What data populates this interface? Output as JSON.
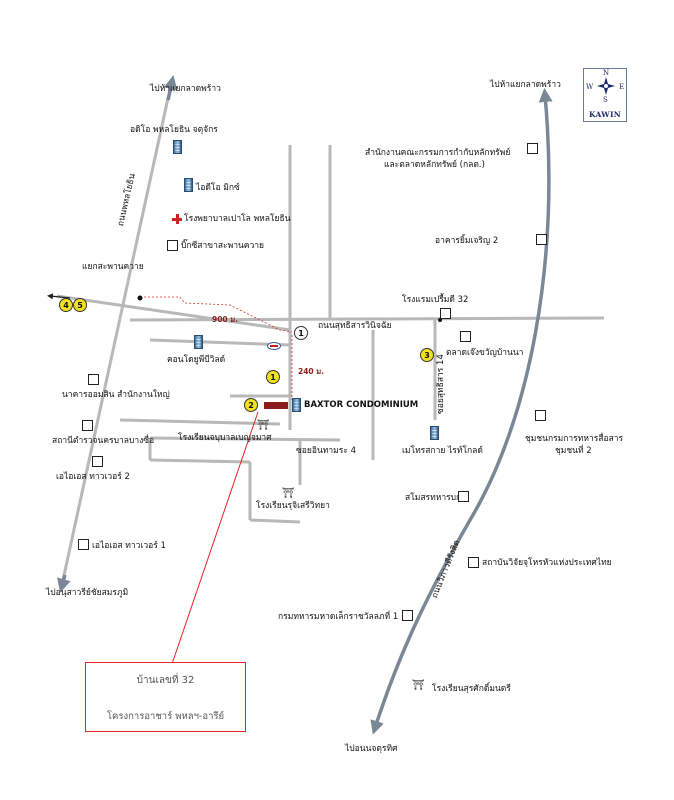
{
  "colors": {
    "road": "#b8b8b8",
    "arrow": "#7a8794",
    "marker": "#f2e21b",
    "site": "#8b1d1d",
    "callout_border": "#e0262a",
    "accent_red": "#c22222"
  },
  "compass": {
    "n": "N",
    "s": "S",
    "w": "W",
    "e": "E",
    "brand": "KAWIN"
  },
  "labels": {
    "to_ladprao_left": "ไปห้าแยกลาดพร้าว",
    "to_ladprao_right": "ไปห้าแยกลาดพร้าว",
    "to_victory": "ไปอนุสาวรีย์ชัยสมรภูมิ",
    "to_bangkhen": "ไปอนนจตุรทิศ",
    "phahol_road": "ถนนพหลโยธิน",
    "vibhavadi_road": "ถนนวิภาวดีรังสิต",
    "ratchada_road": "ถนนสุทธิสารวินิจฉัย",
    "saphan_khwai_junction": "แยกสะพานควาย",
    "soi_14": "ซอยสุทธิสาร 14",
    "soi_4": "ซอยอินทามระ 4",
    "dist_900": "900 ม.",
    "dist_240": "240 ม.",
    "baxter": "BAXTOR CONDOMINIUM",
    "idio_phahol": "อดิโอ พหลโยธิน จตุจักร",
    "idio_mix": "ไอดีโอ มิกซ์",
    "phyathai_hospital": "โรงพยาบาลเปาโล พหลโยธิน",
    "big_c": "บิ๊กซีสาขาสะพานควาย",
    "condo_u_peak": "คอนโดยูพีบีวิลด์",
    "ktb": "นาคารออมสิน สำนักงานใหญ่",
    "police": "สถานีตำรวจนครบาลบางซื่อ",
    "sj_tower2": "เอไอเอส ทาวเวอร์ 2",
    "sj_tower1": "เอไอเอส ทาวเวอร์ 1",
    "inthamara_school": "โรงเรียนจบุบาลเบญจมาศ",
    "sutthisarn_school": "โรงเรียนรุจิเสรีวิทยา",
    "sec": "สำนักงานคณะกรรมการกำกับหลักทรัพย์",
    "sec_2": "และตลาดหลักทรัพย์ (กลต.)",
    "charoen_building": "อาคารยิ้มเจริญ 2",
    "hotel_32": "โรงแรมเปรื้มดี 32",
    "market": "ตลาดเจ๊งขวัญบ้านนา",
    "metro_sky": "เมโทรสกาย ไรท์โกลด์",
    "army_club": "สโมสรทหารบก",
    "community": "ชุมชนกรมการทหารสื่อสาร",
    "community_2": "ชุมชนที่ 2",
    "nso": "สถาบันวิจัยจุโหรหัวแห่งประเทศไทย",
    "dept_32": "กรมทหารมหาดเล็กราชวัลลภที่ 1",
    "suankulab_school": "โรงเรียนสุรศักดิ์มนตรี"
  },
  "markers": {
    "m1": "1",
    "m2": "2",
    "m3": "3",
    "m4": "4",
    "m5": "5"
  },
  "callout": {
    "line1": "บ้านเลขที่ 32",
    "line2": "โครงการอาชาร์ พหลฯ-อารีย์"
  }
}
